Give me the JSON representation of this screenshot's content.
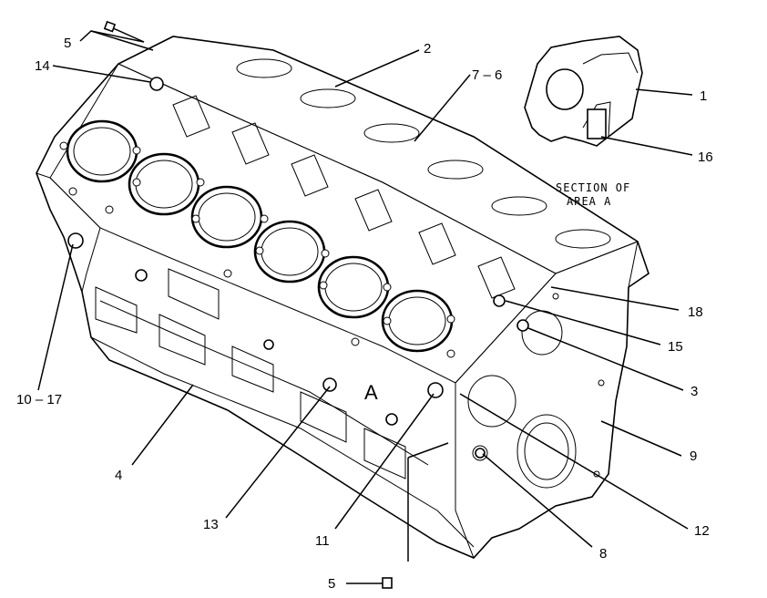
{
  "callouts": {
    "c5_top": "5",
    "c14": "14",
    "c2": "2",
    "c7_6": "7 – 6",
    "c1": "1",
    "c16": "16",
    "c18": "18",
    "c15": "15",
    "c3": "3",
    "c9": "9",
    "c12": "12",
    "c8": "8",
    "c11": "11",
    "c13": "13",
    "c4": "4",
    "c10_17": "10 – 17",
    "c5_bottom": "5"
  },
  "section_line1": "SECTION OF",
  "section_line2": "AREA A",
  "area_letter": "A"
}
